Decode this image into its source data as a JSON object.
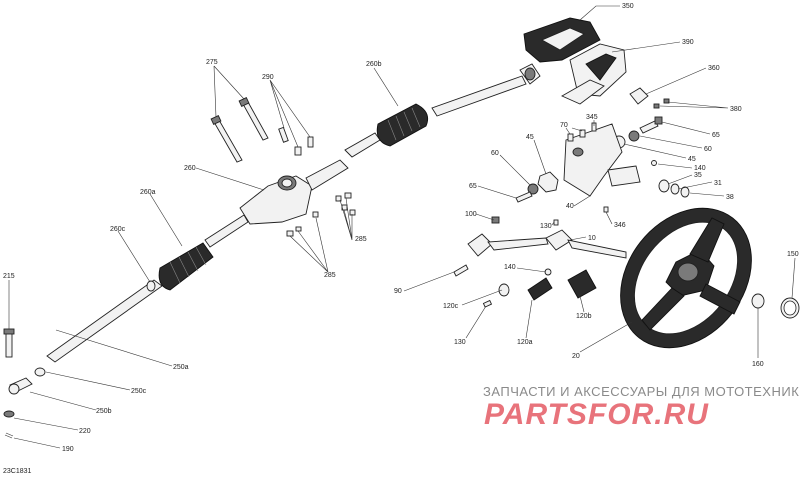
{
  "diagram_code": "23C1831",
  "watermark": {
    "top_text": "ЗАПЧАСТИ И АКСЕССУАРЫ ДЛЯ МОТОТЕХНИКИ",
    "brand_text": "PARTSFOR.RU"
  },
  "callouts": [
    {
      "id": "c350",
      "text": "350"
    },
    {
      "id": "c390",
      "text": "390"
    },
    {
      "id": "c360",
      "text": "360"
    },
    {
      "id": "c380",
      "text": "380"
    },
    {
      "id": "c65a",
      "text": "65"
    },
    {
      "id": "c60a",
      "text": "60"
    },
    {
      "id": "c45a",
      "text": "45"
    },
    {
      "id": "c140a",
      "text": "140"
    },
    {
      "id": "c35",
      "text": "35"
    },
    {
      "id": "c31",
      "text": "31"
    },
    {
      "id": "c38",
      "text": "38"
    },
    {
      "id": "c345",
      "text": "345"
    },
    {
      "id": "c70",
      "text": "70"
    },
    {
      "id": "c45b",
      "text": "45"
    },
    {
      "id": "c60b",
      "text": "60"
    },
    {
      "id": "c65b",
      "text": "65"
    },
    {
      "id": "c40",
      "text": "40"
    },
    {
      "id": "c130a",
      "text": "130"
    },
    {
      "id": "c346",
      "text": "346"
    },
    {
      "id": "c100",
      "text": "100"
    },
    {
      "id": "c10",
      "text": "10"
    },
    {
      "id": "c140b",
      "text": "140"
    },
    {
      "id": "c90",
      "text": "90"
    },
    {
      "id": "c120c",
      "text": "120c"
    },
    {
      "id": "c130b",
      "text": "130"
    },
    {
      "id": "c120a",
      "text": "120a"
    },
    {
      "id": "c120b",
      "text": "120b"
    },
    {
      "id": "c20",
      "text": "20"
    },
    {
      "id": "c160",
      "text": "160"
    },
    {
      "id": "c150",
      "text": "150"
    },
    {
      "id": "c275",
      "text": "275"
    },
    {
      "id": "c290",
      "text": "290"
    },
    {
      "id": "c260b",
      "text": "260b"
    },
    {
      "id": "c260",
      "text": "260"
    },
    {
      "id": "c260a",
      "text": "260a"
    },
    {
      "id": "c260c",
      "text": "260c"
    },
    {
      "id": "c285a",
      "text": "285"
    },
    {
      "id": "c285b",
      "text": "285"
    },
    {
      "id": "c215",
      "text": "215"
    },
    {
      "id": "c250a",
      "text": "250a"
    },
    {
      "id": "c250c",
      "text": "250c"
    },
    {
      "id": "c250b",
      "text": "250b"
    },
    {
      "id": "c220",
      "text": "220"
    },
    {
      "id": "c190",
      "text": "190"
    }
  ]
}
